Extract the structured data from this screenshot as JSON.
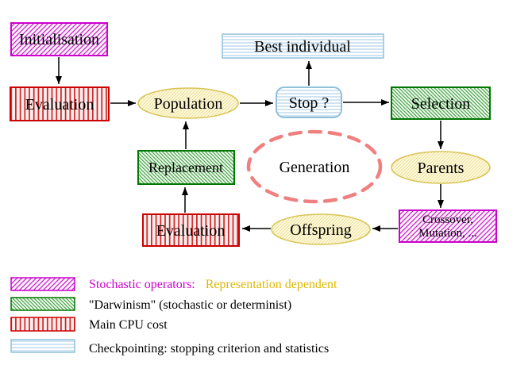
{
  "diagram": {
    "nodes": {
      "initialisation": "Initialisation",
      "evaluation_top": "Evaluation",
      "population": "Population",
      "best_individual": "Best individual",
      "stop": "Stop ?",
      "selection": "Selection",
      "parents": "Parents",
      "crossover_line1": "Crossover,",
      "crossover_line2": "Mutation, ...",
      "offspring": "Offspring",
      "evaluation_bottom": "Evaluation",
      "replacement": "Replacement",
      "generation": "Generation"
    }
  },
  "legend": {
    "stochastic": {
      "label": "Stochastic operators:",
      "note": "Representation dependent"
    },
    "darwinism": {
      "label": "\"Darwinism\" (stochastic or determinist)"
    },
    "cpu": {
      "label": "Main CPU cost"
    },
    "checkpointing": {
      "label": "Checkpointing: stopping criterion and statistics"
    }
  },
  "colors": {
    "magenta": "#cc00cc",
    "green_border": "#007700",
    "green_hatch": "#3aa03a",
    "red": "#cc0000",
    "red_stripe": "#cc2222",
    "blue_border": "#90c0dc",
    "blue_line": "#a8cce8",
    "yellow_border": "#d8c455",
    "yellow_hatch": "#ece09a",
    "salmon": "#f08080",
    "gold_text": "#e0b800",
    "green_text": "#007700",
    "red_text": "#cc0000",
    "blue_text": "#8fc3e0",
    "arrow": "#000000"
  }
}
